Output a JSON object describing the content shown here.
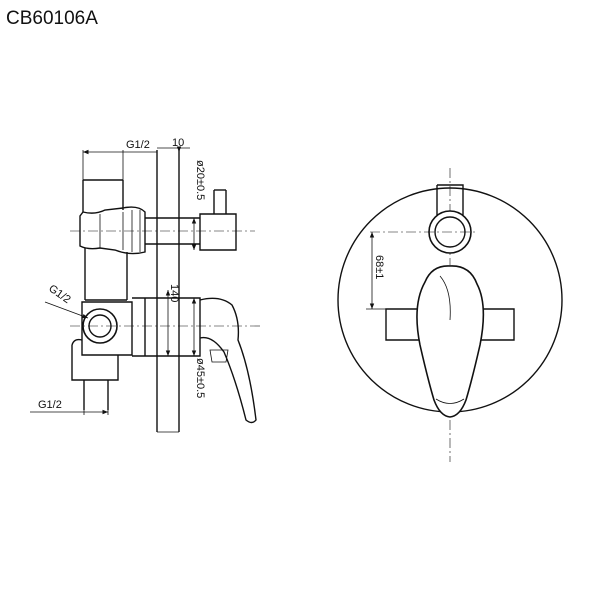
{
  "title": "CB60106A",
  "dimensions": {
    "g_half_top": "G1/2",
    "ten": "10",
    "dia20": "ø20±0.5",
    "g_half_left": "G1/2",
    "g_half_bottom": "G1/2",
    "one_forty": "140",
    "dia45": "ø45±0.5",
    "sixty_eight": "68±1"
  }
}
